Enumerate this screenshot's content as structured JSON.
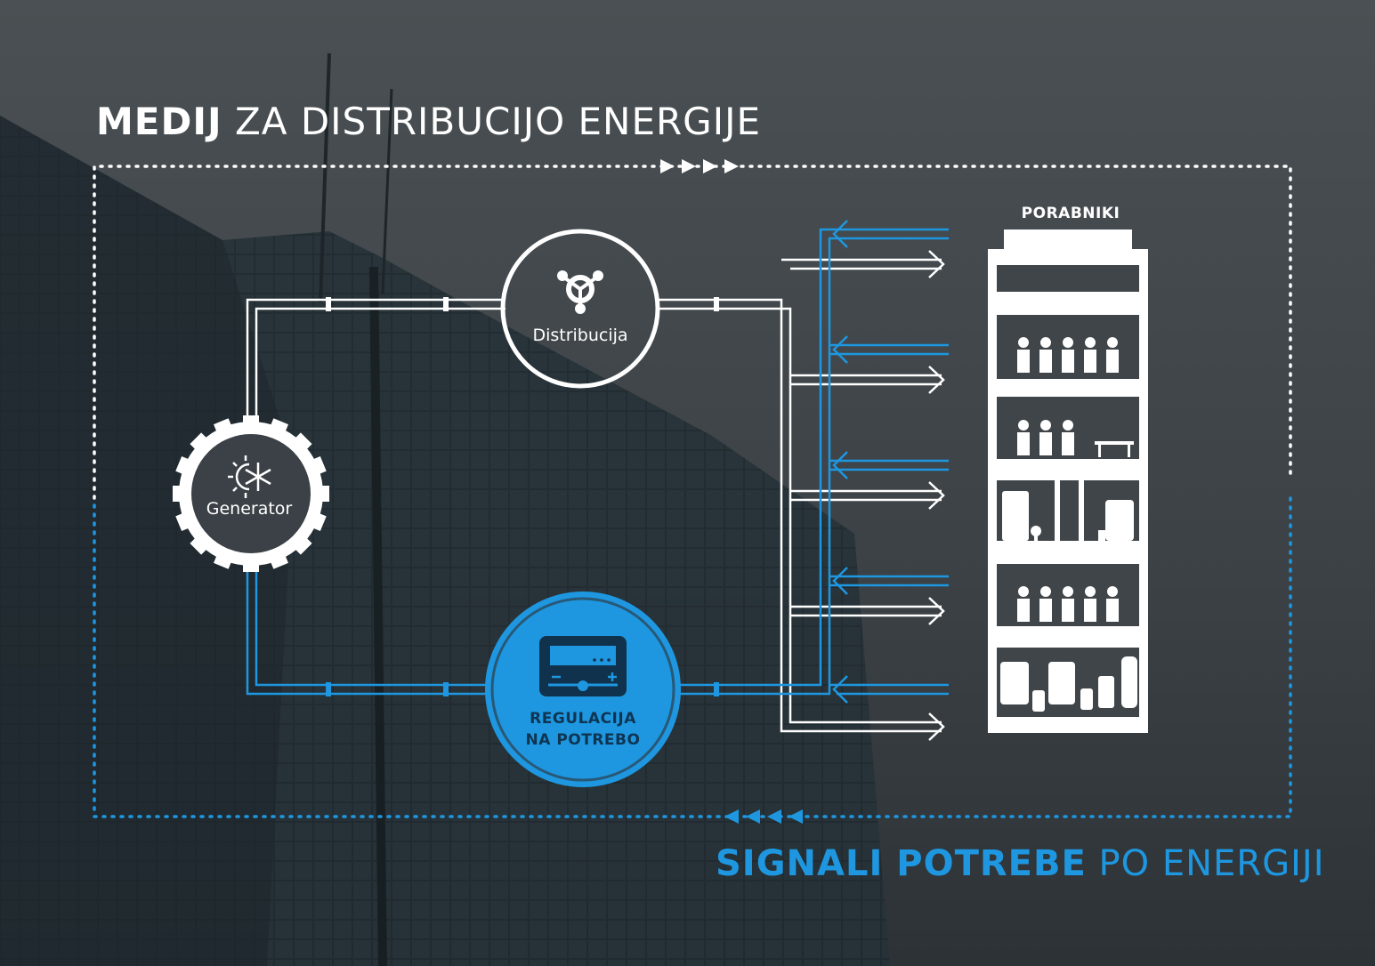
{
  "header": {
    "title_bold": "MEDIJ",
    "title_rest": "ZA DISTRIBUCIJO ENERGIJE"
  },
  "footer": {
    "title_bold": "SIGNALI POTREBE",
    "title_rest": "PO ENERGIJI"
  },
  "nodes": {
    "distribution": {
      "label": "Distribucija",
      "icon": "distribution-icon"
    },
    "generator": {
      "label": "Generator",
      "icon": "sun-snowflake-icon"
    },
    "regulation": {
      "line1": "REGULACIJA",
      "line2": "NA POTREBO",
      "icon": "control-panel-icon"
    }
  },
  "consumers": {
    "label": "PORABNIKI"
  },
  "colors": {
    "supply": "#ffffff",
    "signal": "#1e97e0",
    "background": "#3f4549"
  }
}
